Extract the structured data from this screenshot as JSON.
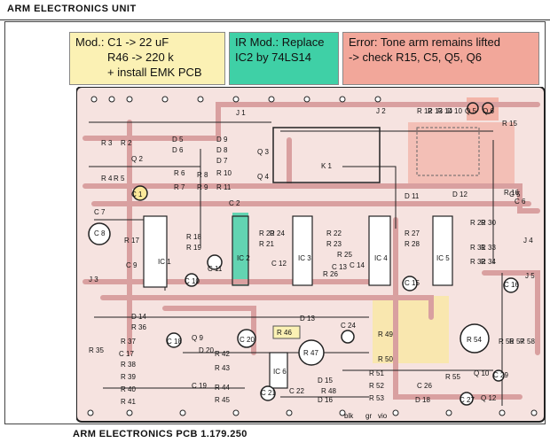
{
  "header": {
    "title": "ARM ELECTRONICS UNIT"
  },
  "notes": {
    "mod": [
      "Mod.: C1 -> 22 uF",
      "R46 -> 220 k",
      "+ install EMK PCB"
    ],
    "ir": [
      "IR Mod.: Replace",
      "IC2 by  74LS14"
    ],
    "error": [
      "Error: Tone arm remains lifted",
      "-> check R15, C5, Q5, Q6"
    ]
  },
  "caption": "ARM  ELECTRONICS  PCB  1.179.250",
  "pcb_labels": {
    "J1": "J 1",
    "J2": "J 2",
    "K1": "K 1",
    "R2": "R 2",
    "R3": "R 3",
    "R4": "R 4",
    "R5": "R 5",
    "R6": "R 6",
    "R7": "R 7",
    "D5": "D 5",
    "D6": "D 6",
    "D7": "D 7",
    "D8": "D 8",
    "D9": "D 9",
    "D10": "D 10",
    "D11": "D 11",
    "D12": "D 12",
    "D13": "D 13",
    "D14": "D 14",
    "D15": "D 15",
    "D16": "D 16",
    "D18": "D 18",
    "D20": "D 20",
    "R8": "R 8",
    "R9": "R 9",
    "R10": "R 10",
    "R11": "R 11",
    "R12": "R 12",
    "R13": "R 13",
    "R14": "R 14",
    "R15": "R 15",
    "R16": "R 16",
    "Q2": "Q 2",
    "Q3": "Q 3",
    "Q4": "Q 4",
    "Q5": "Q 5",
    "Q6": "Q 6",
    "Q9": "Q 9",
    "Q10": "Q 10",
    "Q12": "Q 12",
    "C1": "C 1",
    "C2": "C 2",
    "C5": "C 5",
    "C6": "C 6",
    "C7": "C 7",
    "C8": "C 8",
    "C9": "C 9",
    "C10": "C 10",
    "C11": "C 11",
    "C12": "C 12",
    "C13": "C 13",
    "C14": "C 14",
    "C15": "C 15",
    "C16": "C 16",
    "C17": "C 17",
    "C18": "C 18",
    "C19": "C 19",
    "C20": "C 20",
    "C21": "C 21",
    "C22": "C 22",
    "C24": "C 24",
    "C26": "C 26",
    "C27": "C 27",
    "C29": "C 29",
    "IC1": "IC 1",
    "IC2": "IC 2",
    "IC3": "IC 3",
    "IC4": "IC 4",
    "IC5": "IC 5",
    "IC6": "IC 6",
    "R17": "R 17",
    "R18": "R 18",
    "R19": "R 19",
    "R20": "R 20",
    "R21": "R 21",
    "R22": "R 22",
    "R23": "R 23",
    "R24": "R 24",
    "R25": "R 25",
    "R26": "R 26",
    "R27": "R 27",
    "R28": "R 28",
    "R29": "R 29",
    "R30": "R 30",
    "R31": "R 31",
    "R32": "R 32",
    "R33": "R 33",
    "R34": "R 34",
    "R35": "R 35",
    "R36": "R 36",
    "R37": "R 37",
    "R38": "R 38",
    "R39": "R 39",
    "R40": "R 40",
    "R41": "R 41",
    "R42": "R 42",
    "R43": "R 43",
    "R44": "R 44",
    "R45": "R 45",
    "R46": "R 46",
    "R47": "R 47",
    "R48": "R 48",
    "R49": "R 49",
    "R50": "R 50",
    "R51": "R 51",
    "R52": "R 52",
    "R53": "R 53",
    "R54": "R 54",
    "R55": "R 55",
    "R56": "R 56",
    "R57": "R 57",
    "R58": "R 58",
    "J3": "J 3",
    "J4": "J 4",
    "J5": "J 5",
    "blk": "blk",
    "gr": "gr",
    "vio": "vio"
  },
  "colors": {
    "board": "#f6e3e0",
    "trace": "#d9a0a0",
    "mod_note": "#fbf1b4",
    "ir_note": "#3fd0a6",
    "err_note": "#f2a79a",
    "ic2_highlight": "#3fd0a6",
    "r46_highlight": "#fbf1b4",
    "error_highlight": "#f2a79a",
    "output_highlight": "#fbe89a"
  }
}
